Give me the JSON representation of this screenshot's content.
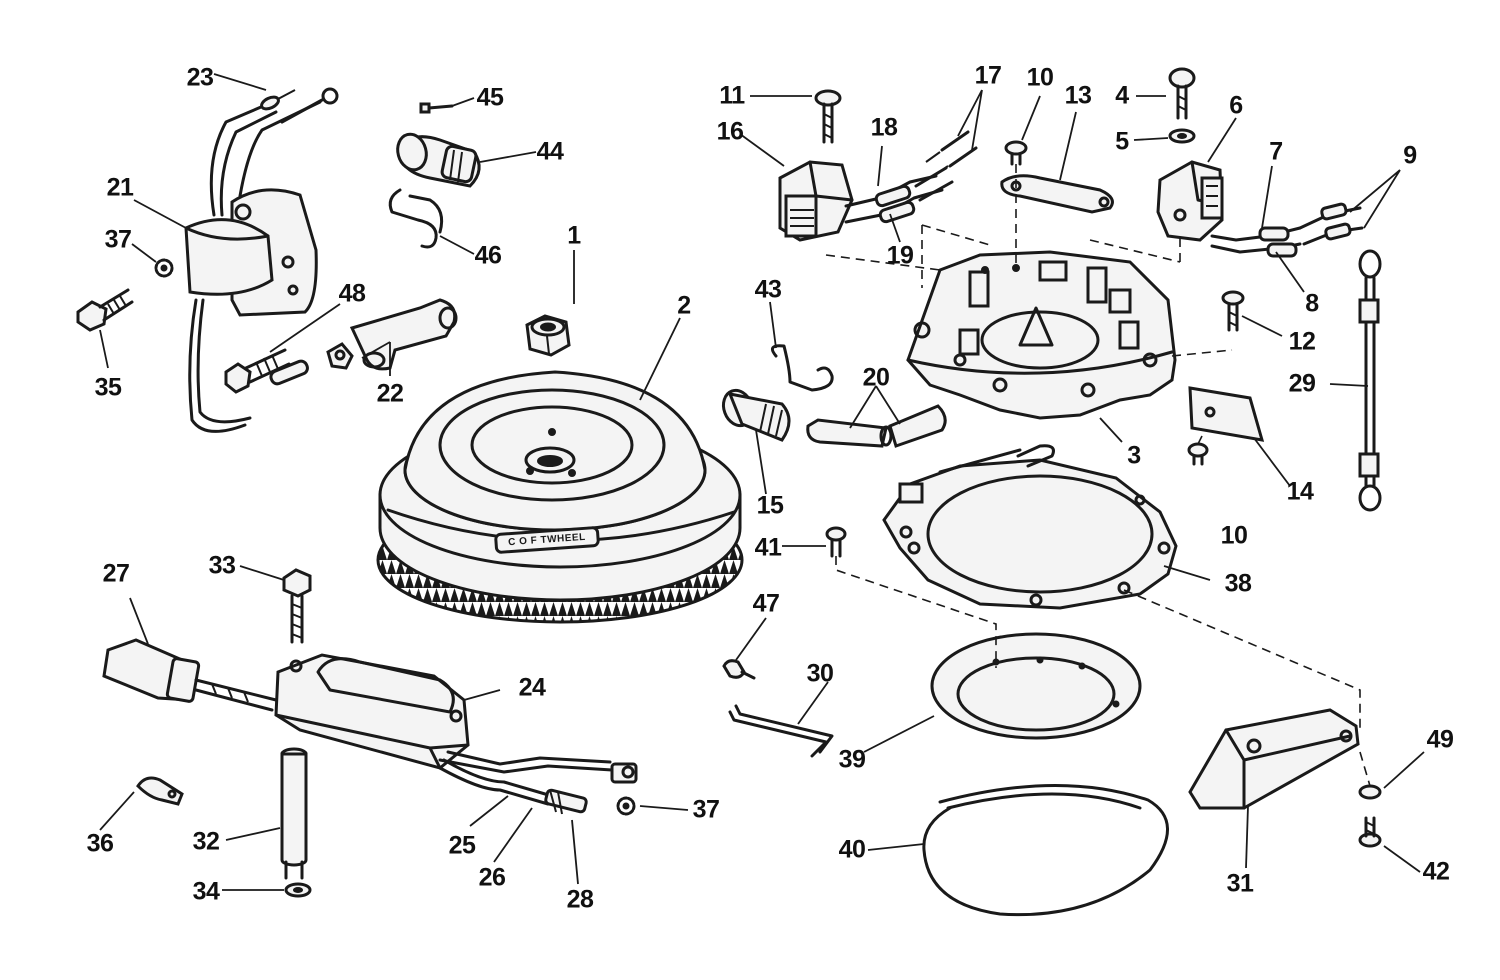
{
  "diagram": {
    "flywheel_stamp": "C O F  TWHEEL",
    "parts": [
      {
        "id": "p1",
        "label": "1"
      },
      {
        "id": "p2",
        "label": "2"
      },
      {
        "id": "p3",
        "label": "3"
      },
      {
        "id": "p4",
        "label": "4"
      },
      {
        "id": "p5",
        "label": "5"
      },
      {
        "id": "p6",
        "label": "6"
      },
      {
        "id": "p7",
        "label": "7"
      },
      {
        "id": "p8",
        "label": "8"
      },
      {
        "id": "p9",
        "label": "9"
      },
      {
        "id": "p10a",
        "label": "10"
      },
      {
        "id": "p10b",
        "label": "10"
      },
      {
        "id": "p11",
        "label": "11"
      },
      {
        "id": "p12",
        "label": "12"
      },
      {
        "id": "p13",
        "label": "13"
      },
      {
        "id": "p14",
        "label": "14"
      },
      {
        "id": "p15",
        "label": "15"
      },
      {
        "id": "p16",
        "label": "16"
      },
      {
        "id": "p17",
        "label": "17"
      },
      {
        "id": "p18",
        "label": "18"
      },
      {
        "id": "p19",
        "label": "19"
      },
      {
        "id": "p20",
        "label": "20"
      },
      {
        "id": "p21",
        "label": "21"
      },
      {
        "id": "p22",
        "label": "22"
      },
      {
        "id": "p23",
        "label": "23"
      },
      {
        "id": "p24",
        "label": "24"
      },
      {
        "id": "p25",
        "label": "25"
      },
      {
        "id": "p26",
        "label": "26"
      },
      {
        "id": "p27",
        "label": "27"
      },
      {
        "id": "p28",
        "label": "28"
      },
      {
        "id": "p29",
        "label": "29"
      },
      {
        "id": "p30",
        "label": "30"
      },
      {
        "id": "p31",
        "label": "31"
      },
      {
        "id": "p32",
        "label": "32"
      },
      {
        "id": "p33",
        "label": "33"
      },
      {
        "id": "p34",
        "label": "34"
      },
      {
        "id": "p35",
        "label": "35"
      },
      {
        "id": "p36",
        "label": "36"
      },
      {
        "id": "p37a",
        "label": "37"
      },
      {
        "id": "p37b",
        "label": "37"
      },
      {
        "id": "p38",
        "label": "38"
      },
      {
        "id": "p39",
        "label": "39"
      },
      {
        "id": "p40",
        "label": "40"
      },
      {
        "id": "p41",
        "label": "41"
      },
      {
        "id": "p42",
        "label": "42"
      },
      {
        "id": "p43",
        "label": "43"
      },
      {
        "id": "p44",
        "label": "44"
      },
      {
        "id": "p45",
        "label": "45"
      },
      {
        "id": "p46",
        "label": "46"
      },
      {
        "id": "p47",
        "label": "47"
      },
      {
        "id": "p48",
        "label": "48"
      },
      {
        "id": "p49",
        "label": "49"
      }
    ]
  }
}
